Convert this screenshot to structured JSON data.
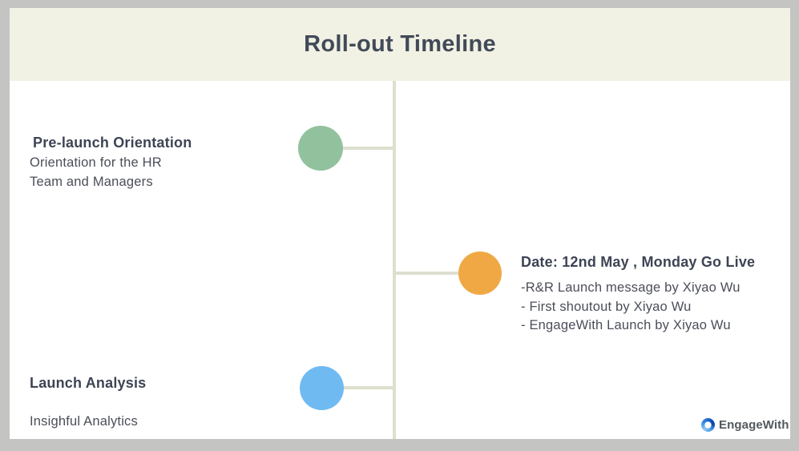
{
  "slide": {
    "title": "Roll-out Timeline"
  },
  "timeline": {
    "milestones": [
      {
        "id": "pre-launch-orientation",
        "title": "Pre-launch Orientation",
        "lines": [
          "Orientation for the HR",
          "Team and Managers"
        ],
        "dot_color": "#92c19e",
        "side": "left"
      },
      {
        "id": "go-live",
        "title": "Date: 12nd May , Monday Go Live",
        "lines": [
          "-R&R Launch message by Xiyao Wu",
          "- First shoutout by Xiyao Wu",
          "- EngageWith Launch by Xiyao Wu"
        ],
        "dot_color": "#efa844",
        "side": "right"
      },
      {
        "id": "launch-analysis",
        "title": "Launch Analysis",
        "lines": [
          "Insighful Analytics"
        ],
        "dot_color": "#70baf2",
        "side": "left"
      }
    ]
  },
  "branding": {
    "logo_text": "EngageWith",
    "logo_icon": "engagewith-ring-icon"
  },
  "colors": {
    "page_background": "#c4c4c3",
    "slide_background": "#ffffff",
    "header_background": "#f1f1e4",
    "timeline_line": "#dedfce",
    "heading_text": "#3d4453",
    "body_text": "#4b4e59",
    "milestone_green": "#92c19e",
    "milestone_orange": "#efa844",
    "milestone_blue": "#70baf2"
  }
}
